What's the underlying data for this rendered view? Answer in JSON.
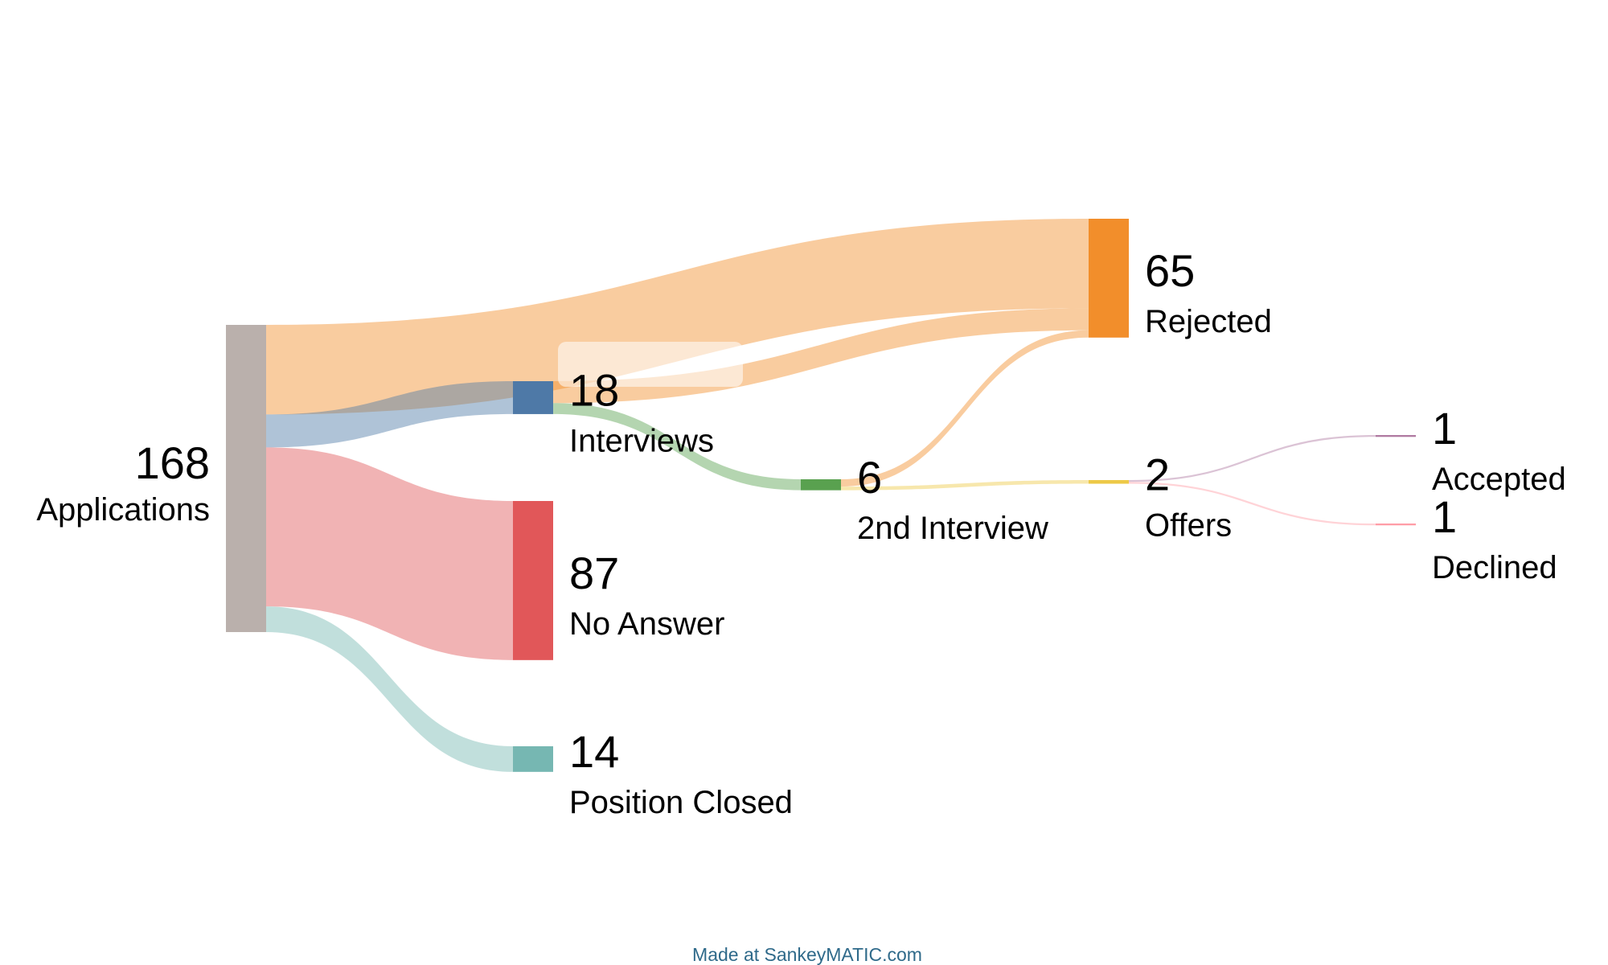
{
  "chart_data": {
    "type": "sankey",
    "nodes": [
      {
        "id": "applications",
        "label": "Applications",
        "value": 168,
        "color": "#bab0ac"
      },
      {
        "id": "rejected",
        "label": "Rejected",
        "value": 65,
        "color": "#f28e2b"
      },
      {
        "id": "interviews",
        "label": "Interviews",
        "value": 18,
        "color": "#4e79a7"
      },
      {
        "id": "no_answer",
        "label": "No Answer",
        "value": 87,
        "color": "#e15759"
      },
      {
        "id": "position_closed",
        "label": "Position Closed",
        "value": 14,
        "color": "#76b7b2"
      },
      {
        "id": "second_interview",
        "label": "2nd Interview",
        "value": 6,
        "color": "#59a14f"
      },
      {
        "id": "offers",
        "label": "Offers",
        "value": 2,
        "color": "#edc948"
      },
      {
        "id": "accepted",
        "label": "Accepted",
        "value": 1,
        "color": "#b07aa1"
      },
      {
        "id": "declined",
        "label": "Declined",
        "value": 1,
        "color": "#ff9da7"
      }
    ],
    "flows": [
      {
        "from": "applications",
        "to": "rejected",
        "value": 49
      },
      {
        "from": "applications",
        "to": "interviews",
        "value": 18
      },
      {
        "from": "applications",
        "to": "no_answer",
        "value": 87
      },
      {
        "from": "applications",
        "to": "position_closed",
        "value": 14
      },
      {
        "from": "interviews",
        "to": "rejected",
        "value": 12
      },
      {
        "from": "interviews",
        "to": "second_interview",
        "value": 6
      },
      {
        "from": "second_interview",
        "to": "rejected",
        "value": 4
      },
      {
        "from": "second_interview",
        "to": "offers",
        "value": 2
      },
      {
        "from": "offers",
        "to": "accepted",
        "value": 1
      },
      {
        "from": "offers",
        "to": "declined",
        "value": 1
      }
    ]
  },
  "footer": "Made at SankeyMATIC.com"
}
